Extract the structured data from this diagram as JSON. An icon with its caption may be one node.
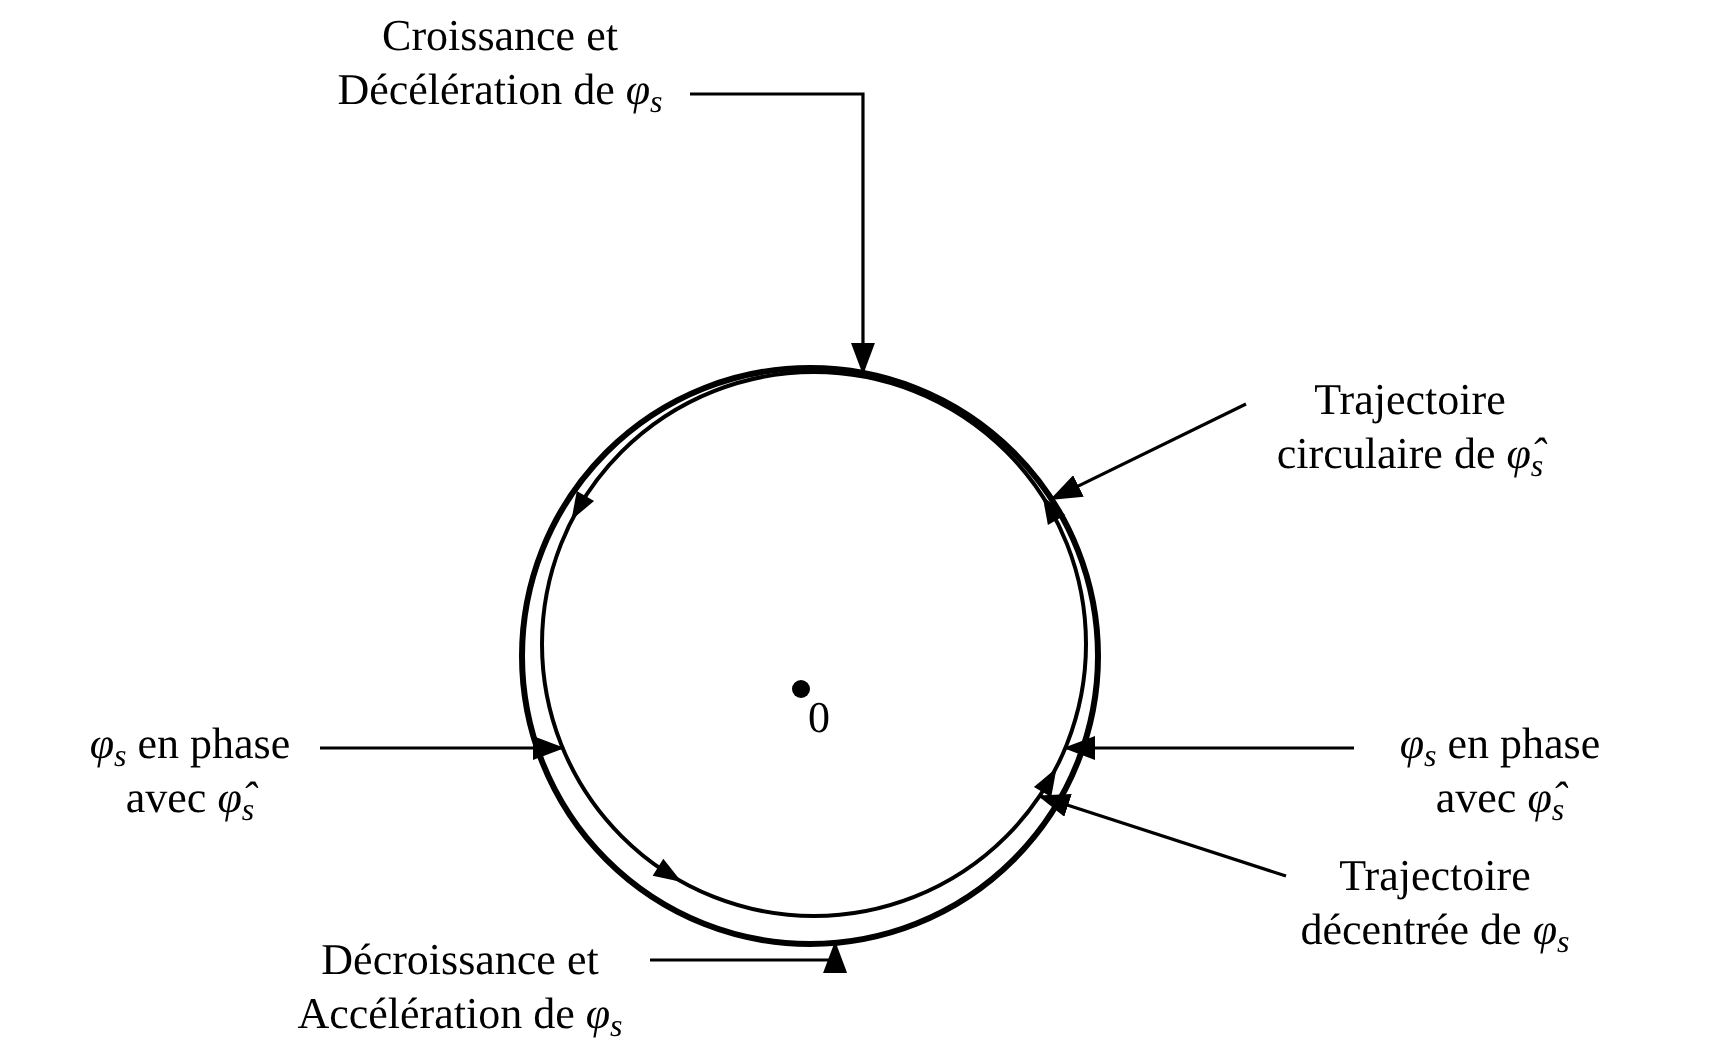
{
  "diagram": {
    "nodes": [
      {
        "text": [
          "Croissance et Décélération de *φ*$_{s}$"
        ]
      },
      {
        "text": [
          "Trajectoire circulaire de *φ̂*$_{s}$"
        ]
      },
      {
        "text": [
          "*φ*$_{s}$ en phase avec *φ̂*$_{s}$"
        ]
      },
      {
        "text": [
          "*φ*$_{s}$ en phase avec *φ̂*$_{s}$"
        ]
      },
      {
        "text": [
          "Trajectoire décentrée de *φ*$_{s}$"
        ]
      },
      {
        "text": [
          "Décroissance et Accélération de *φ*$_{s}$"
        ]
      },
      {
        "text": [],
        "shape": "circle"
      },
      {
        "text": [],
        "shape": "circle"
      }
    ],
    "edges": [
      {
        "from": 0,
        "to": 6,
        "arrow": "to"
      },
      {
        "from": 1,
        "to": 6,
        "arrow": "to"
      },
      {
        "from": 2,
        "to": 7,
        "arrow": "to"
      },
      {
        "from": 3,
        "to": 7,
        "arrow": "to"
      },
      {
        "from": 4,
        "to": 7,
        "arrow": "to"
      },
      {
        "from": 5,
        "to": 6,
        "arrow": "to"
      }
    ],
    "labels": [
      "0"
    ]
  }
}
